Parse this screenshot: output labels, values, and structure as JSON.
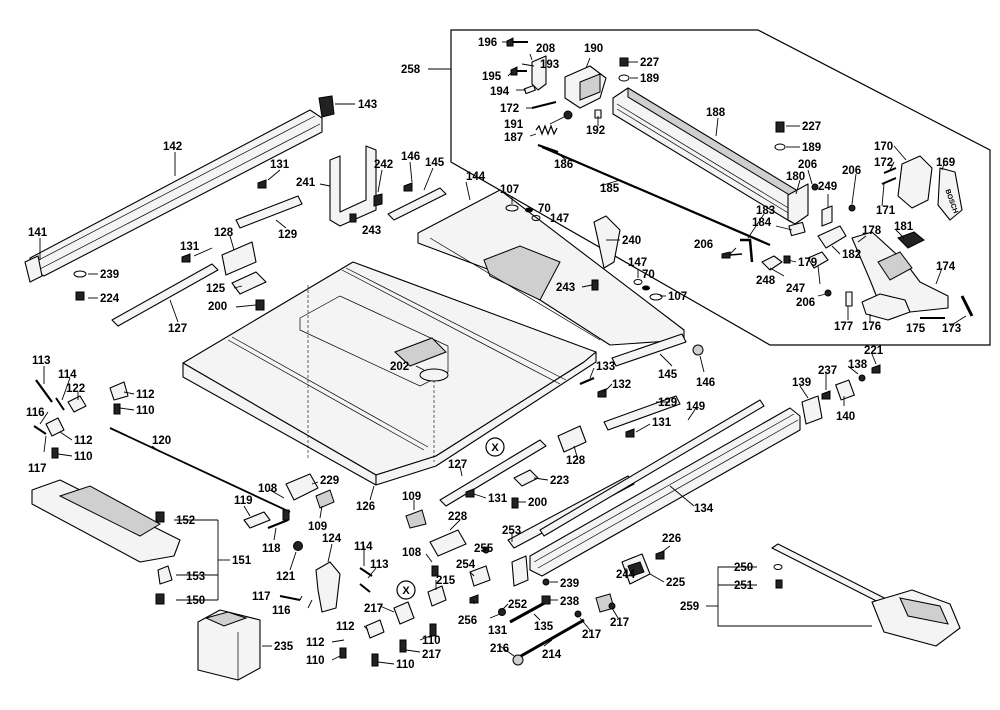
{
  "labels": {
    "l143": "143",
    "l142": "142",
    "l141": "141",
    "l239a": "239",
    "l224": "224",
    "l131a": "131",
    "l241": "241",
    "l242": "242",
    "l243a": "243",
    "l146a": "146",
    "l145a": "145",
    "l129a": "129",
    "l128a": "128",
    "l131b": "131",
    "l125": "125",
    "l200a": "200",
    "l127a": "127",
    "l144": "144",
    "l107a": "107",
    "l70a": "70",
    "l147a": "147",
    "l240": "240",
    "l147b": "147",
    "l70b": "70",
    "l243b": "243",
    "l107b": "107",
    "l202": "202",
    "l145b": "145",
    "l146b": "146",
    "l133": "133",
    "l132": "132",
    "l129b": "129",
    "l131c": "131",
    "l128b": "128",
    "l127b": "127",
    "l223": "223",
    "l131d": "131",
    "l200b": "200",
    "l113a": "113",
    "l114a": "114",
    "l122": "122",
    "l112a": "112",
    "l110a": "110",
    "l116a": "116",
    "l112b": "112",
    "l110b": "110",
    "l117a": "117",
    "l120": "120",
    "l108a": "108",
    "l229": "229",
    "l109a": "109",
    "l126": "126",
    "l109b": "109",
    "l228": "228",
    "l152": "152",
    "l119": "119",
    "l118": "118",
    "l151": "151",
    "l153": "153",
    "l150": "150",
    "l121": "121",
    "l124": "124",
    "l117b": "117",
    "l116b": "116",
    "l114b": "114",
    "l113b": "113",
    "l108b": "108",
    "l255": "255",
    "l254": "254",
    "l215": "215",
    "l217a": "217",
    "l112c": "112",
    "l110c": "110",
    "l110d": "110",
    "l217b": "217",
    "l110e": "110",
    "l112d": "112",
    "l235": "235",
    "l252": "252",
    "l256": "256",
    "l131e": "131",
    "l135": "135",
    "l216": "216",
    "l214": "214",
    "l253": "253",
    "l149": "149",
    "l134": "134",
    "l239b": "239",
    "l238": "238",
    "l244": "244",
    "l226": "226",
    "l225": "225",
    "l217c": "217",
    "l217d": "217",
    "l139": "139",
    "l237": "237",
    "l138": "138",
    "l221": "221",
    "l140": "140",
    "l250": "250",
    "l251": "251",
    "l259": "259",
    "l258": "258",
    "l196": "196",
    "l208": "208",
    "l193": "193",
    "l190": "190",
    "l195": "195",
    "l194": "194",
    "l172a": "172",
    "l191": "191",
    "l187": "187",
    "l192": "192",
    "l186": "186",
    "l185": "185",
    "l227a": "227",
    "l189a": "189",
    "l188": "188",
    "l227b": "227",
    "l189b": "189",
    "l170": "170",
    "l172b": "172",
    "l169": "169",
    "l206a": "206",
    "l180": "180",
    "l206b": "206",
    "l249": "249",
    "l171": "171",
    "l183": "183",
    "l184": "184",
    "l181": "181",
    "l178": "178",
    "l206c": "206",
    "l248": "248",
    "l179": "179",
    "l182": "182",
    "l247": "247",
    "l174": "174",
    "l206d": "206",
    "l177": "177",
    "l176": "176",
    "l175": "175",
    "l173": "173"
  },
  "callouts": {
    "x1": "X",
    "x2": "X"
  },
  "fence_brand": "BOSCH"
}
